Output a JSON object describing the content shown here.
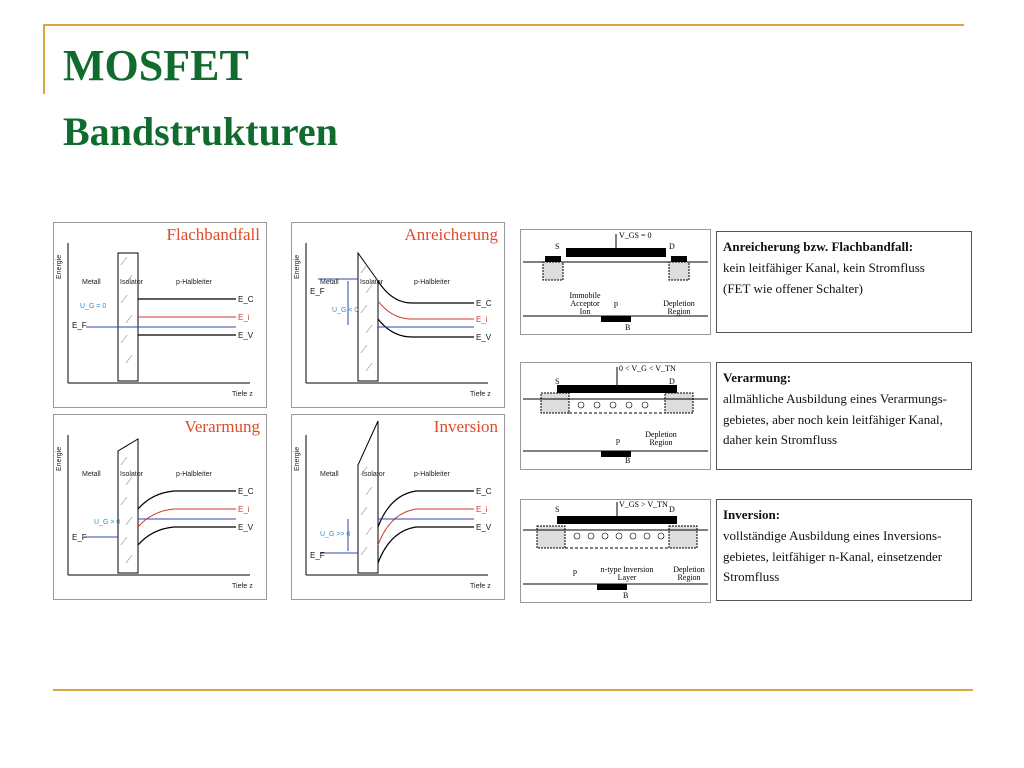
{
  "slide": {
    "title": "MOSFET",
    "subtitle": "Bandstrukturen"
  },
  "band_panels": [
    {
      "title": "Flachbandfall",
      "y_axis": "Energie",
      "x_axis": "Tiefe z",
      "metal": "Metall",
      "isolator": "Isolator",
      "semi": "p-Halbleiter",
      "ef": "E_F",
      "ug": "U_G = 0",
      "ec": "E_C",
      "ei": "E_i",
      "ev": "E_V"
    },
    {
      "title": "Anreicherung",
      "y_axis": "Energie",
      "x_axis": "Tiefe z",
      "metal": "Metall",
      "isolator": "Isolator",
      "semi": "p-Halbleiter",
      "ef": "E_F",
      "ug": "U_G < 0",
      "ec": "E_C",
      "ei": "E_i",
      "ev": "E_V"
    },
    {
      "title": "Verarmung",
      "y_axis": "Energie",
      "x_axis": "Tiefe z",
      "metal": "Metall",
      "isolator": "Isolator",
      "semi": "p-Halbleiter",
      "ef": "E_F",
      "ug": "U_G > 0",
      "ec": "E_C",
      "ei": "E_i",
      "ev": "E_V"
    },
    {
      "title": "Inversion",
      "y_axis": "Energie",
      "x_axis": "Tiefe z",
      "metal": "Metall",
      "isolator": "Isolator",
      "semi": "p-Halbleiter",
      "ef": "E_F",
      "ug": "U_G >> 0",
      "ec": "E_C",
      "ei": "E_i",
      "ev": "E_V"
    }
  ],
  "device_panels": [
    {
      "gate": "V_GS = 0",
      "s": "S",
      "d": "D",
      "b": "B",
      "p": "p",
      "label1": "Immobile Acceptor Ion",
      "label2": "Depletion Region"
    },
    {
      "gate": "0 < V_G < V_TN",
      "s": "S",
      "d": "D",
      "b": "B",
      "p": "p",
      "label1": "",
      "label2": "Depletion Region"
    },
    {
      "gate": "V_GS > V_TN",
      "s": "S",
      "d": "D",
      "b": "B",
      "p": "p",
      "label1": "n-type Inversion Layer",
      "label2": "Depletion Region"
    }
  ],
  "text_boxes": [
    {
      "heading": "Anreicherung bzw. Flachbandfall:",
      "line1": "kein leitfähiger Kanal, kein Stromfluss",
      "line2": "(FET wie offener Schalter)",
      "line3": ""
    },
    {
      "heading": "Verarmung:",
      "line1": "allmähliche Ausbildung eines Verarmungs-",
      "line2": "gebietes, aber noch kein leitfähiger Kanal,",
      "line3": "daher kein Stromfluss"
    },
    {
      "heading": "Inversion:",
      "line1": "vollständige Ausbildung eines Inversions-",
      "line2": "gebietes, leitfähiger n-Kanal, einsetzender",
      "line3": "Stromfluss"
    }
  ],
  "colors": {
    "title": "#0f6b2e",
    "rule": "#d9a640",
    "panel_title": "#e04a2a",
    "ei": "#d23a2a",
    "ef": "#3344aa"
  }
}
